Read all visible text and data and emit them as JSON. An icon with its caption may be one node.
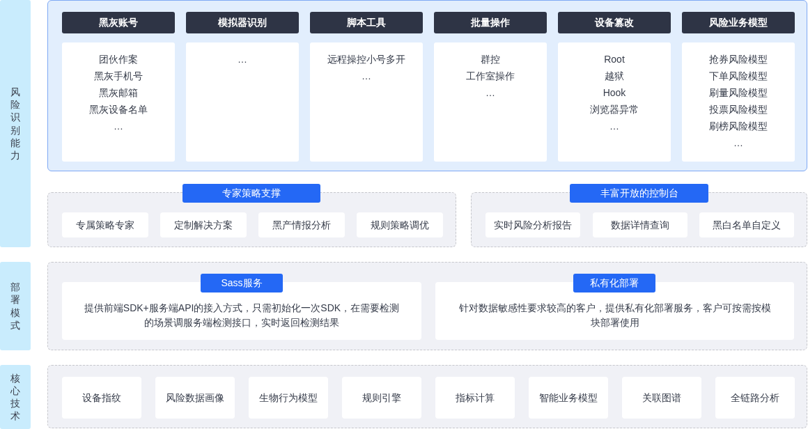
{
  "diagram": {
    "nodes": [
      {
        "text": [
          "风险识别能力"
        ]
      },
      {
        "text": [],
        "shape": "box"
      },
      {
        "text": [
          "黑灰账号"
        ],
        "in": 1
      },
      {
        "text": [
          "团伙作案",
          "黑灰手机号",
          "黑灰邮箱",
          "黑灰设备名单",
          "…"
        ],
        "in": 1
      },
      {
        "text": [
          "模拟器识别"
        ],
        "in": 1
      },
      {
        "text": [
          "…"
        ],
        "in": 1
      },
      {
        "text": [
          "脚本工具"
        ],
        "in": 1
      },
      {
        "text": [
          "远程操控小号多开",
          "…"
        ],
        "in": 1
      },
      {
        "text": [
          "批量操作"
        ],
        "in": 1
      },
      {
        "text": [
          "群控",
          "工作室操作",
          "…"
        ],
        "in": 1
      },
      {
        "text": [
          "设备篡改"
        ],
        "in": 1
      },
      {
        "text": [
          "Root",
          "越狱",
          "Hook",
          "浏览器异常",
          "…"
        ],
        "in": 1
      },
      {
        "text": [
          "风险业务模型"
        ],
        "in": 1
      },
      {
        "text": [
          "抢券风险模型",
          "下单风险模型",
          "刷量风险模型",
          "投票风险模型",
          "刷榜风险模型",
          "…"
        ],
        "in": 1
      },
      {
        "text": [],
        "shape": "box"
      },
      {
        "text": [
          "专家策略支撑"
        ]
      },
      {
        "text": [
          "专属策略专家"
        ],
        "in": 14
      },
      {
        "text": [
          "定制解决方案"
        ],
        "in": 14
      },
      {
        "text": [
          "黑产情报分析"
        ],
        "in": 14
      },
      {
        "text": [
          "规则策略调优"
        ],
        "in": 14
      },
      {
        "text": [],
        "shape": "box"
      },
      {
        "text": [
          "丰富开放的控制台"
        ]
      },
      {
        "text": [
          "实时风险分析报告"
        ],
        "in": 20
      },
      {
        "text": [
          "数据详情查询"
        ],
        "in": 20
      },
      {
        "text": [
          "黑白名单自定义"
        ],
        "in": 20
      },
      {
        "text": [
          "部署模式"
        ]
      },
      {
        "text": [],
        "shape": "box"
      },
      {
        "text": [
          "Sass服务"
        ],
        "in": 26
      },
      {
        "text": [
          "提供前端SDK+服务端API的接入方式，只需初始化一次SDK，在需要检测的场景调服务端检测接口，实时返回检测结果"
        ],
        "in": 26
      },
      {
        "text": [
          "私有化部署"
        ],
        "in": 26
      },
      {
        "text": [
          "针对数据敏感性要求较高的客户，提供私有化部署服务，客户可按需按模块部署使用"
        ],
        "in": 26
      },
      {
        "text": [
          "核心技术"
        ]
      },
      {
        "text": [],
        "shape": "box"
      },
      {
        "text": [
          "设备指纹"
        ],
        "in": 32
      },
      {
        "text": [
          "风险数据画像"
        ],
        "in": 32
      },
      {
        "text": [
          "生物行为模型"
        ],
        "in": 32
      },
      {
        "text": [
          "规则引擎"
        ],
        "in": 32
      },
      {
        "text": [
          "指标计算"
        ],
        "in": 32
      },
      {
        "text": [
          "智能业务模型"
        ],
        "in": 32
      },
      {
        "text": [
          "关联图谱"
        ],
        "in": 32
      },
      {
        "text": [
          "全链路分析"
        ],
        "in": 32
      }
    ]
  }
}
